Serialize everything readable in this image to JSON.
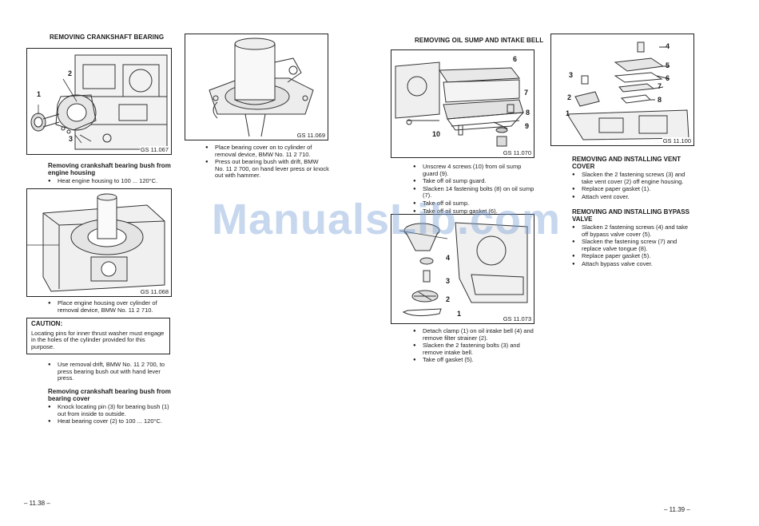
{
  "left_page": {
    "heading": "REMOVING CRANKSHAFT BEARING",
    "fig1": {
      "label": "GS 11.067",
      "callouts": [
        "2",
        "1",
        "3"
      ]
    },
    "sub1": "Removing crankshaft bearing bush from engine housing",
    "bul1": [
      "Heat engine housing to 100 ... 120°C."
    ],
    "fig2": {
      "label": "GS 11.068"
    },
    "bul2": [
      "Place engine housing over cylinder of removal device, BMW No. 11 2 710."
    ],
    "caution": {
      "title": "CAUTION:",
      "text": "Locating pins for inner thrust washer must engage in the holes of the cylinder provided for this purpose."
    },
    "bul3": [
      "Use removal drift, BMW No. 11 2 700, to press bearing bush out with hand lever press."
    ],
    "sub2": "Removing crankshaft bearing bush from bearing cover",
    "bul4": [
      "Knock locating pin (3) for bearing bush (1) out from inside to outside.",
      "Heat bearing cover (2) to 100 ... 120°C."
    ],
    "page_number": "– 11.38 –"
  },
  "middle_col": {
    "fig": {
      "label": "GS 11.069"
    },
    "bul": [
      "Place bearing cover on to cylinder of removal device, BMW No. 11 2 710.",
      "Press out bearing bush with drift, BMW No. 11 2 700, on hand lever press or knock out with hammer."
    ]
  },
  "right_page": {
    "heading": "REMOVING OIL SUMP AND INTAKE BELL",
    "fig1": {
      "label": "GS 11.070",
      "callouts": [
        "6",
        "7",
        "8",
        "9",
        "10"
      ]
    },
    "bul1": [
      "Unscrew 4 screws (10) from oil sump guard (9).",
      "Take off oil sump guard.",
      "Slacken 14 fastening bolts (8) on oil sump (7).",
      "Take off oil sump.",
      "Take off oil sump gasket (6)."
    ],
    "fig2": {
      "label": "GS 11.073",
      "callouts": [
        "4",
        "3",
        "2",
        "1"
      ]
    },
    "bul2": [
      "Detach clamp (1) on oil intake bell (4) and remove filter strainer (2).",
      "Slacken the 2 fastening bolts (3) and remove intake bell.",
      "Take off gasket (5)."
    ],
    "fig3": {
      "label": "GS 11.100",
      "callouts": [
        "4",
        "5",
        "6",
        "7",
        "8",
        "3",
        "2",
        "1"
      ]
    },
    "sub1": "REMOVING AND INSTALLING VENT COVER",
    "bul3": [
      "Slacken the 2 fastening screws (3) and take vent cover (2) off engine housing.",
      "Replace paper gasket (1).",
      "Attach vent cover."
    ],
    "sub2": "REMOVING AND INSTALLING BYPASS VALVE",
    "bul4": [
      "Slacken 2 fastening screws (4) and take off bypass valve cover (5).",
      "Slacken the fastening screw (7) and replace valve tongue (8).",
      "Replace paper gasket (5).",
      "Attach bypass valve cover."
    ],
    "page_number": "– 11.39 –"
  },
  "watermark": "ManualsLib.com"
}
